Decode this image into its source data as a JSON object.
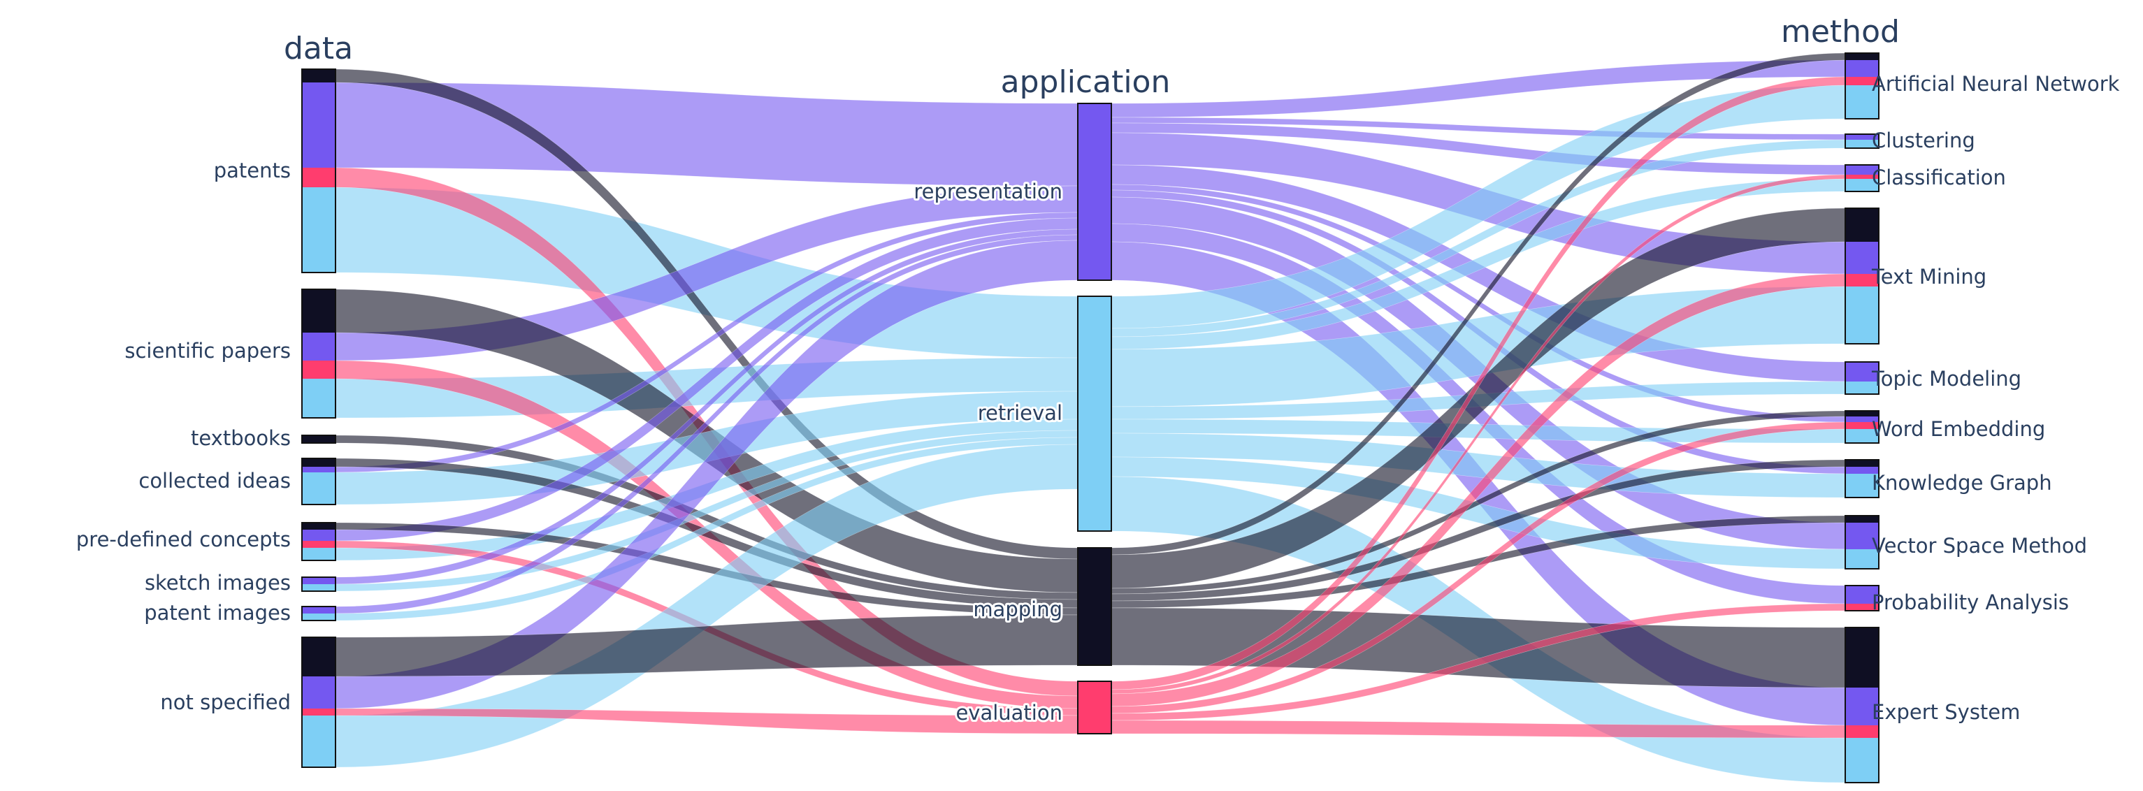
{
  "titles": {
    "data": "data",
    "application": "application",
    "method": "method"
  },
  "colors": {
    "dark": "#0f0f23",
    "purple": "#7458f0",
    "pink": "#ff3d6e",
    "blue": "#7ecff5"
  },
  "nodes": {
    "data": [
      "patents",
      "scientific papers",
      "textbooks",
      "collected ideas",
      "pre-defined concepts",
      "sketch images",
      "patent images",
      "not specified"
    ],
    "application": [
      "representation",
      "retrieval",
      "mapping",
      "evaluation"
    ],
    "method": [
      "Artificial Neural Network",
      "Clustering",
      "Classification",
      "Text Mining",
      "Topic Modeling",
      "Word Embedding",
      "Knowledge Graph",
      "Vector Space Method",
      "Probability Analysis",
      "Expert System"
    ]
  }
}
